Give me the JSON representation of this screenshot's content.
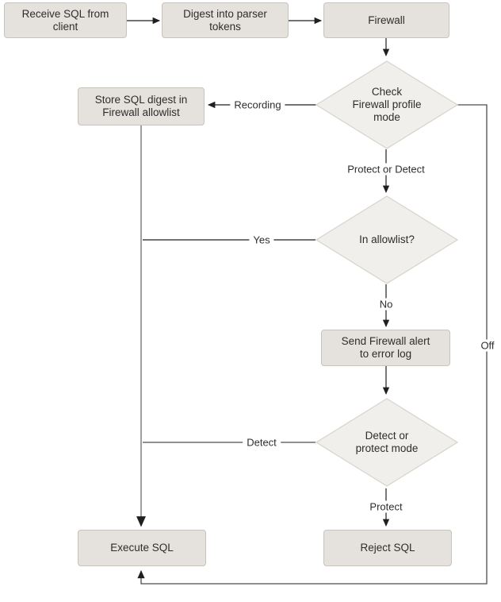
{
  "colors": {
    "box_fill": "#e5e2dd",
    "box_border": "#c8c3bb",
    "diamond_fill": "#f0efec",
    "diamond_border": "#d8d4cc",
    "line": "#1f1f1f",
    "line_gray": "#8e8e8e",
    "line_loop": "#4d4d4d",
    "text": "#2d2d2d"
  },
  "nodes": {
    "receive_sql": {
      "label": "Receive SQL from\nclient"
    },
    "digest_tokens": {
      "label": "Digest into parser\ntokens"
    },
    "firewall": {
      "label": "Firewall"
    },
    "store_digest": {
      "label": "Store SQL digest in\nFirewall allowlist"
    },
    "check_profile_mode": {
      "label": "Check\nFirewall profile\nmode"
    },
    "in_allowlist": {
      "label": "In allowlist?"
    },
    "send_alert": {
      "label": "Send Firewall alert\nto error log"
    },
    "detect_or_protect_mode": {
      "label": "Detect or\nprotect mode"
    },
    "execute_sql": {
      "label": "Execute SQL"
    },
    "reject_sql": {
      "label": "Reject SQL"
    }
  },
  "edge_labels": {
    "recording": "Recording",
    "protect_or_detect": "Protect or Detect",
    "yes": "Yes",
    "no": "No",
    "detect": "Detect",
    "protect": "Protect",
    "off": "Off"
  }
}
